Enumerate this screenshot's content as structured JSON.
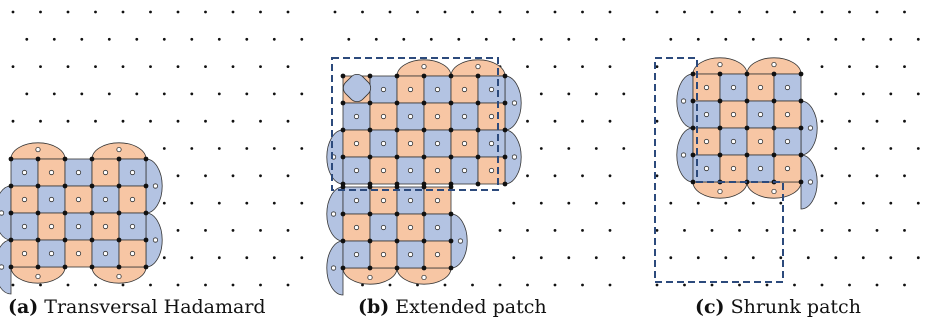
{
  "colors": {
    "orange": "#f7c6a4",
    "blue": "#b3c3e2",
    "dashed": "#2c4a7c",
    "dot": "#111111"
  },
  "panels": [
    {
      "id": "a",
      "label": "(a)",
      "caption": "Transversal Hadamard"
    },
    {
      "id": "b",
      "label": "(b)",
      "caption": "Extended patch"
    },
    {
      "id": "c",
      "label": "(c)",
      "caption": "Shrunk patch"
    }
  ]
}
